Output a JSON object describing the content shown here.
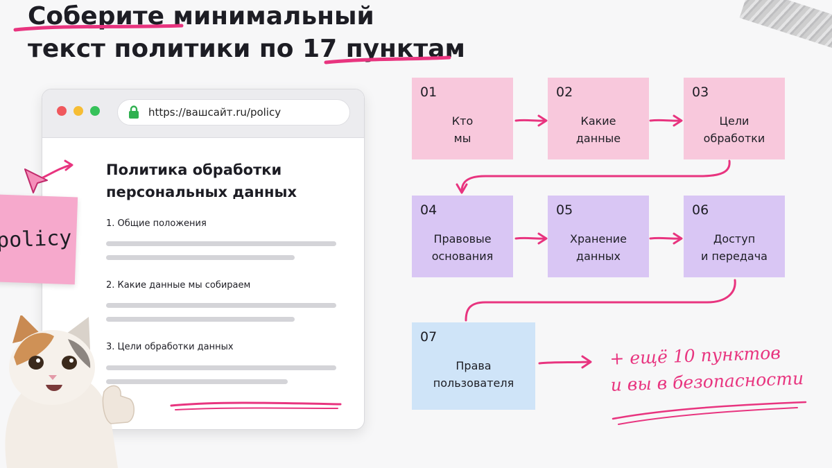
{
  "header": {
    "title_line1": "Соберите минимальный",
    "title_line2": "текст политики по 17 пунктам"
  },
  "browser": {
    "url": "https://вашсайт.ru/policy",
    "doc_title_line1": "Политика обработки",
    "doc_title_line2": "персональных данных",
    "sections": [
      "1. Общие положения",
      "2. Какие данные мы собираем",
      "3. Цели обработки данных"
    ]
  },
  "sticky": {
    "text": "/policy"
  },
  "steps": [
    {
      "num": "01",
      "line1": "Кто",
      "line2": "мы"
    },
    {
      "num": "02",
      "line1": "Какие",
      "line2": "данные"
    },
    {
      "num": "03",
      "line1": "Цели",
      "line2": "обработки"
    },
    {
      "num": "04",
      "line1": "Правовые",
      "line2": "основания"
    },
    {
      "num": "05",
      "line1": "Хранение",
      "line2": "данных"
    },
    {
      "num": "06",
      "line1": "Доступ",
      "line2": "и передача"
    },
    {
      "num": "07",
      "line1": "Права",
      "line2": "пользователя"
    }
  ],
  "note": {
    "line1": "+ ещё 10 пунктов",
    "line2": "и вы в безопасности"
  },
  "colors": {
    "accent": "#e8347f",
    "step_pink": "#f8c8dc",
    "step_purple": "#d9c6f4",
    "step_blue": "#cfe4f8"
  },
  "icons": [
    "lock-icon",
    "cursor-icon",
    "cat-illustration",
    "tape-decoration"
  ]
}
